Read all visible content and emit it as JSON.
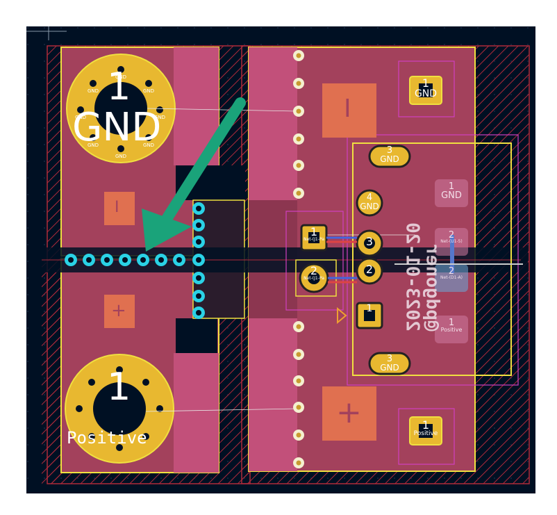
{
  "board": {
    "background": "#001023",
    "copper_color": "#a3415c",
    "edge_color": "#f0e040",
    "pad_gold": "#e8b830",
    "via_cyan": "#2ad2e6",
    "arrow_color": "#1aa37a"
  },
  "labels": {
    "gnd_big_number": "1",
    "gnd_big_name": "GND",
    "gnd_small": [
      "GND",
      "GND",
      "GND",
      "GND",
      "GND",
      "GND",
      "GND",
      "GND"
    ],
    "pos_big_number": "1",
    "pos_big_name": "Positive",
    "minus_sign": "I",
    "plus_sign": "+",
    "big_minus": "I",
    "big_plus": "+",
    "tr_pad_num": "1",
    "tr_pad_name": "GND",
    "br_pad_num": "1",
    "br_pad_name": "Positive",
    "pad3_top_num": "3",
    "pad3_top_name": "GND",
    "pad4_num": "4",
    "pad4_name": "GND",
    "pad3_bot_num": "3",
    "pad3_bot_name": "GND",
    "conn_a1_num": "1",
    "conn_a1_net": "Net-(J1-Pa",
    "conn_a2_num": "2",
    "conn_a2_net": "Net-(J1-Pa",
    "conn_b3_num": "3",
    "conn_b2_num": "2",
    "conn_b1_num": "1",
    "ghost1_num": "1",
    "ghost1_name": "GND",
    "ghost2_num": "2",
    "ghost2_name": "Net-(U1-5)",
    "ghost3_num": "2",
    "ghost3_name": "Net-(D1-A)",
    "ghost4_num": "1",
    "ghost4_name": "Positive",
    "silk_line1": "@pdgoner",
    "silk_line2": "2023-01-20"
  }
}
